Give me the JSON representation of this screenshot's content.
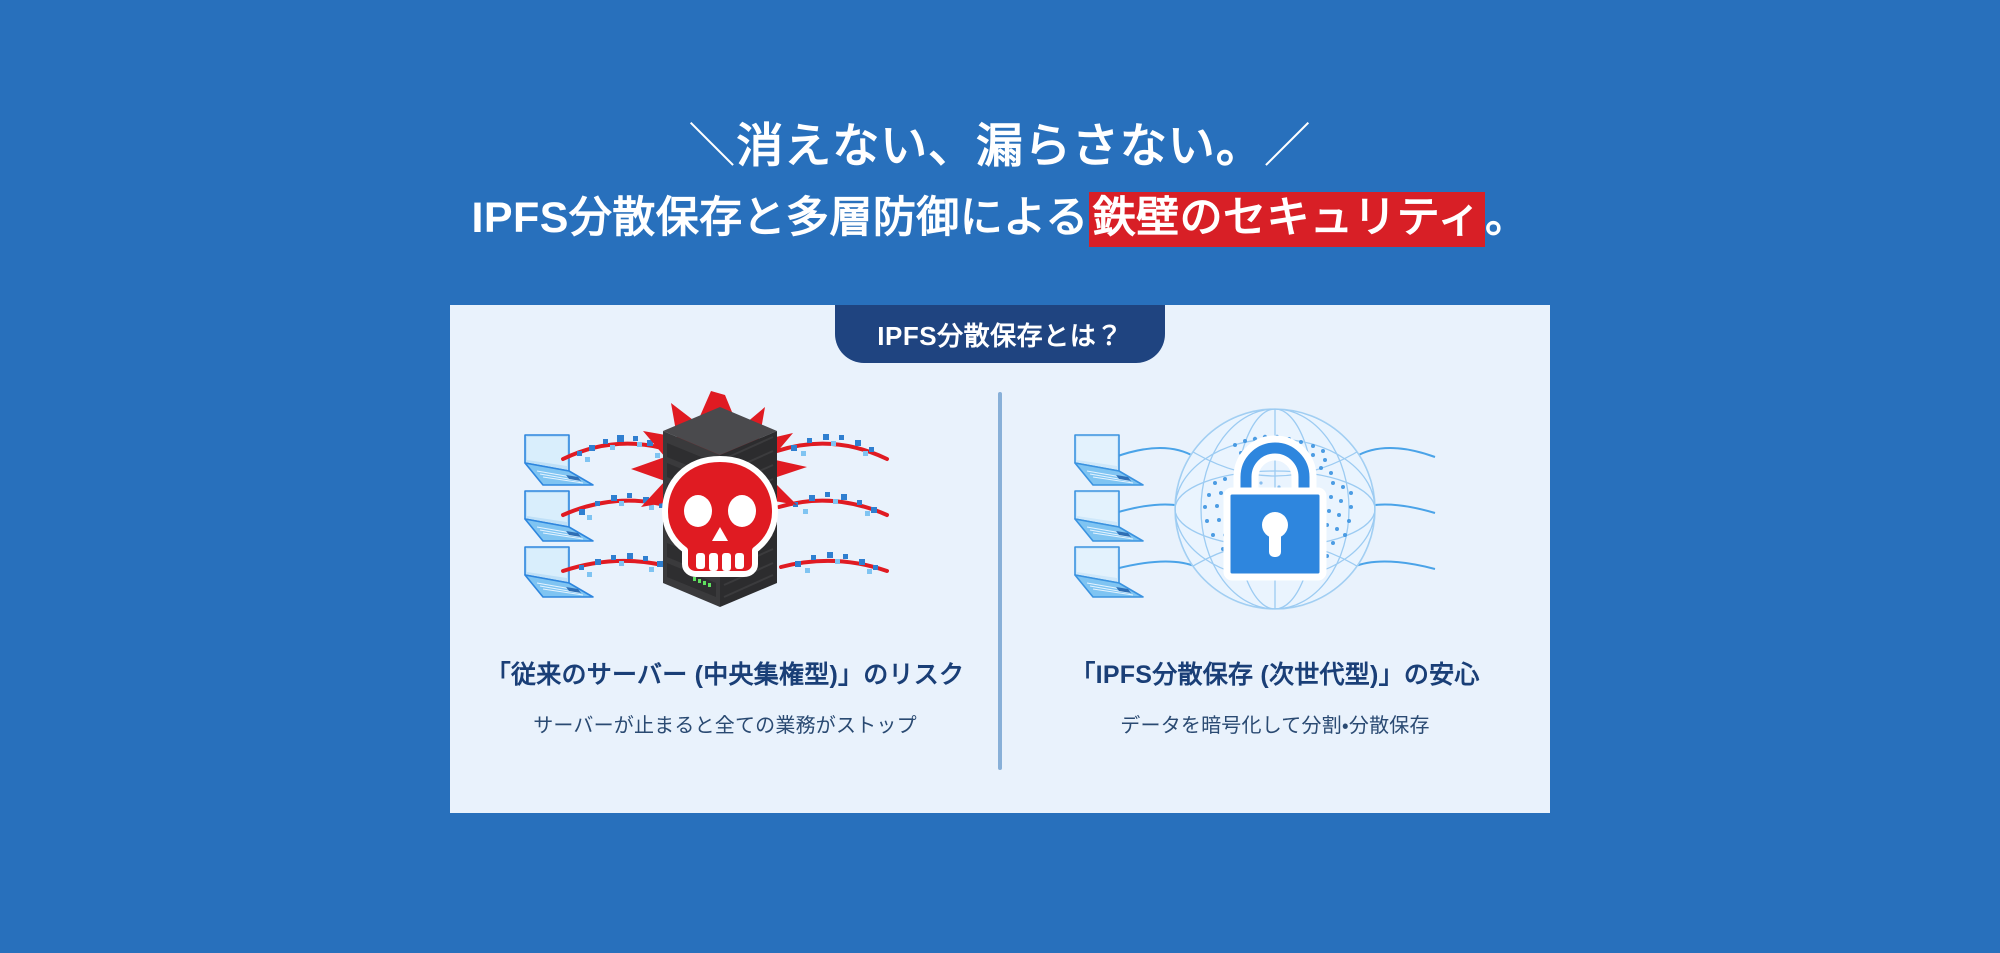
{
  "theme": {
    "background": "#2870bc",
    "card_background": "#e9f2fc",
    "badge_background": "#1f4480",
    "highlight_red": "#d81f26",
    "title_navy": "#1a3f77",
    "divider": "#88b0d8",
    "laptop_blue": "#4aa3e8",
    "lock_blue": "#2e86de",
    "skull_red": "#e01b22",
    "server_dark": "#3a3a3c"
  },
  "headline": {
    "line1_slash_open": "＼",
    "line1_text": "消えない、漏らさない。",
    "line1_slash_close": "／",
    "line2_prefix": "IPFS分散保存と多層防御による",
    "line2_highlight": "鉄壁のセキュリティ",
    "line2_suffix": "。"
  },
  "card": {
    "badge_label": "IPFS分散保存とは？",
    "panes": [
      {
        "illustration": "server-skull-attack-illustration",
        "title": "「従来のサーバー (中央集権型)」のリスク",
        "subtitle": "サーバーが止まると全ての業務がストップ"
      },
      {
        "illustration": "globe-padlock-network-illustration",
        "title": "「IPFS分散保存 (次世代型)」の安心",
        "subtitle": "データを暗号化して分割・分散保存"
      }
    ]
  }
}
